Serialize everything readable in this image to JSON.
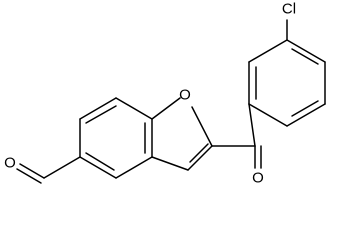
{
  "molecule": {
    "atoms": {
      "chlorine": "Cl",
      "furan_oxygen": "O",
      "ketone_oxygen": "O",
      "aldehyde_oxygen": "O"
    }
  }
}
